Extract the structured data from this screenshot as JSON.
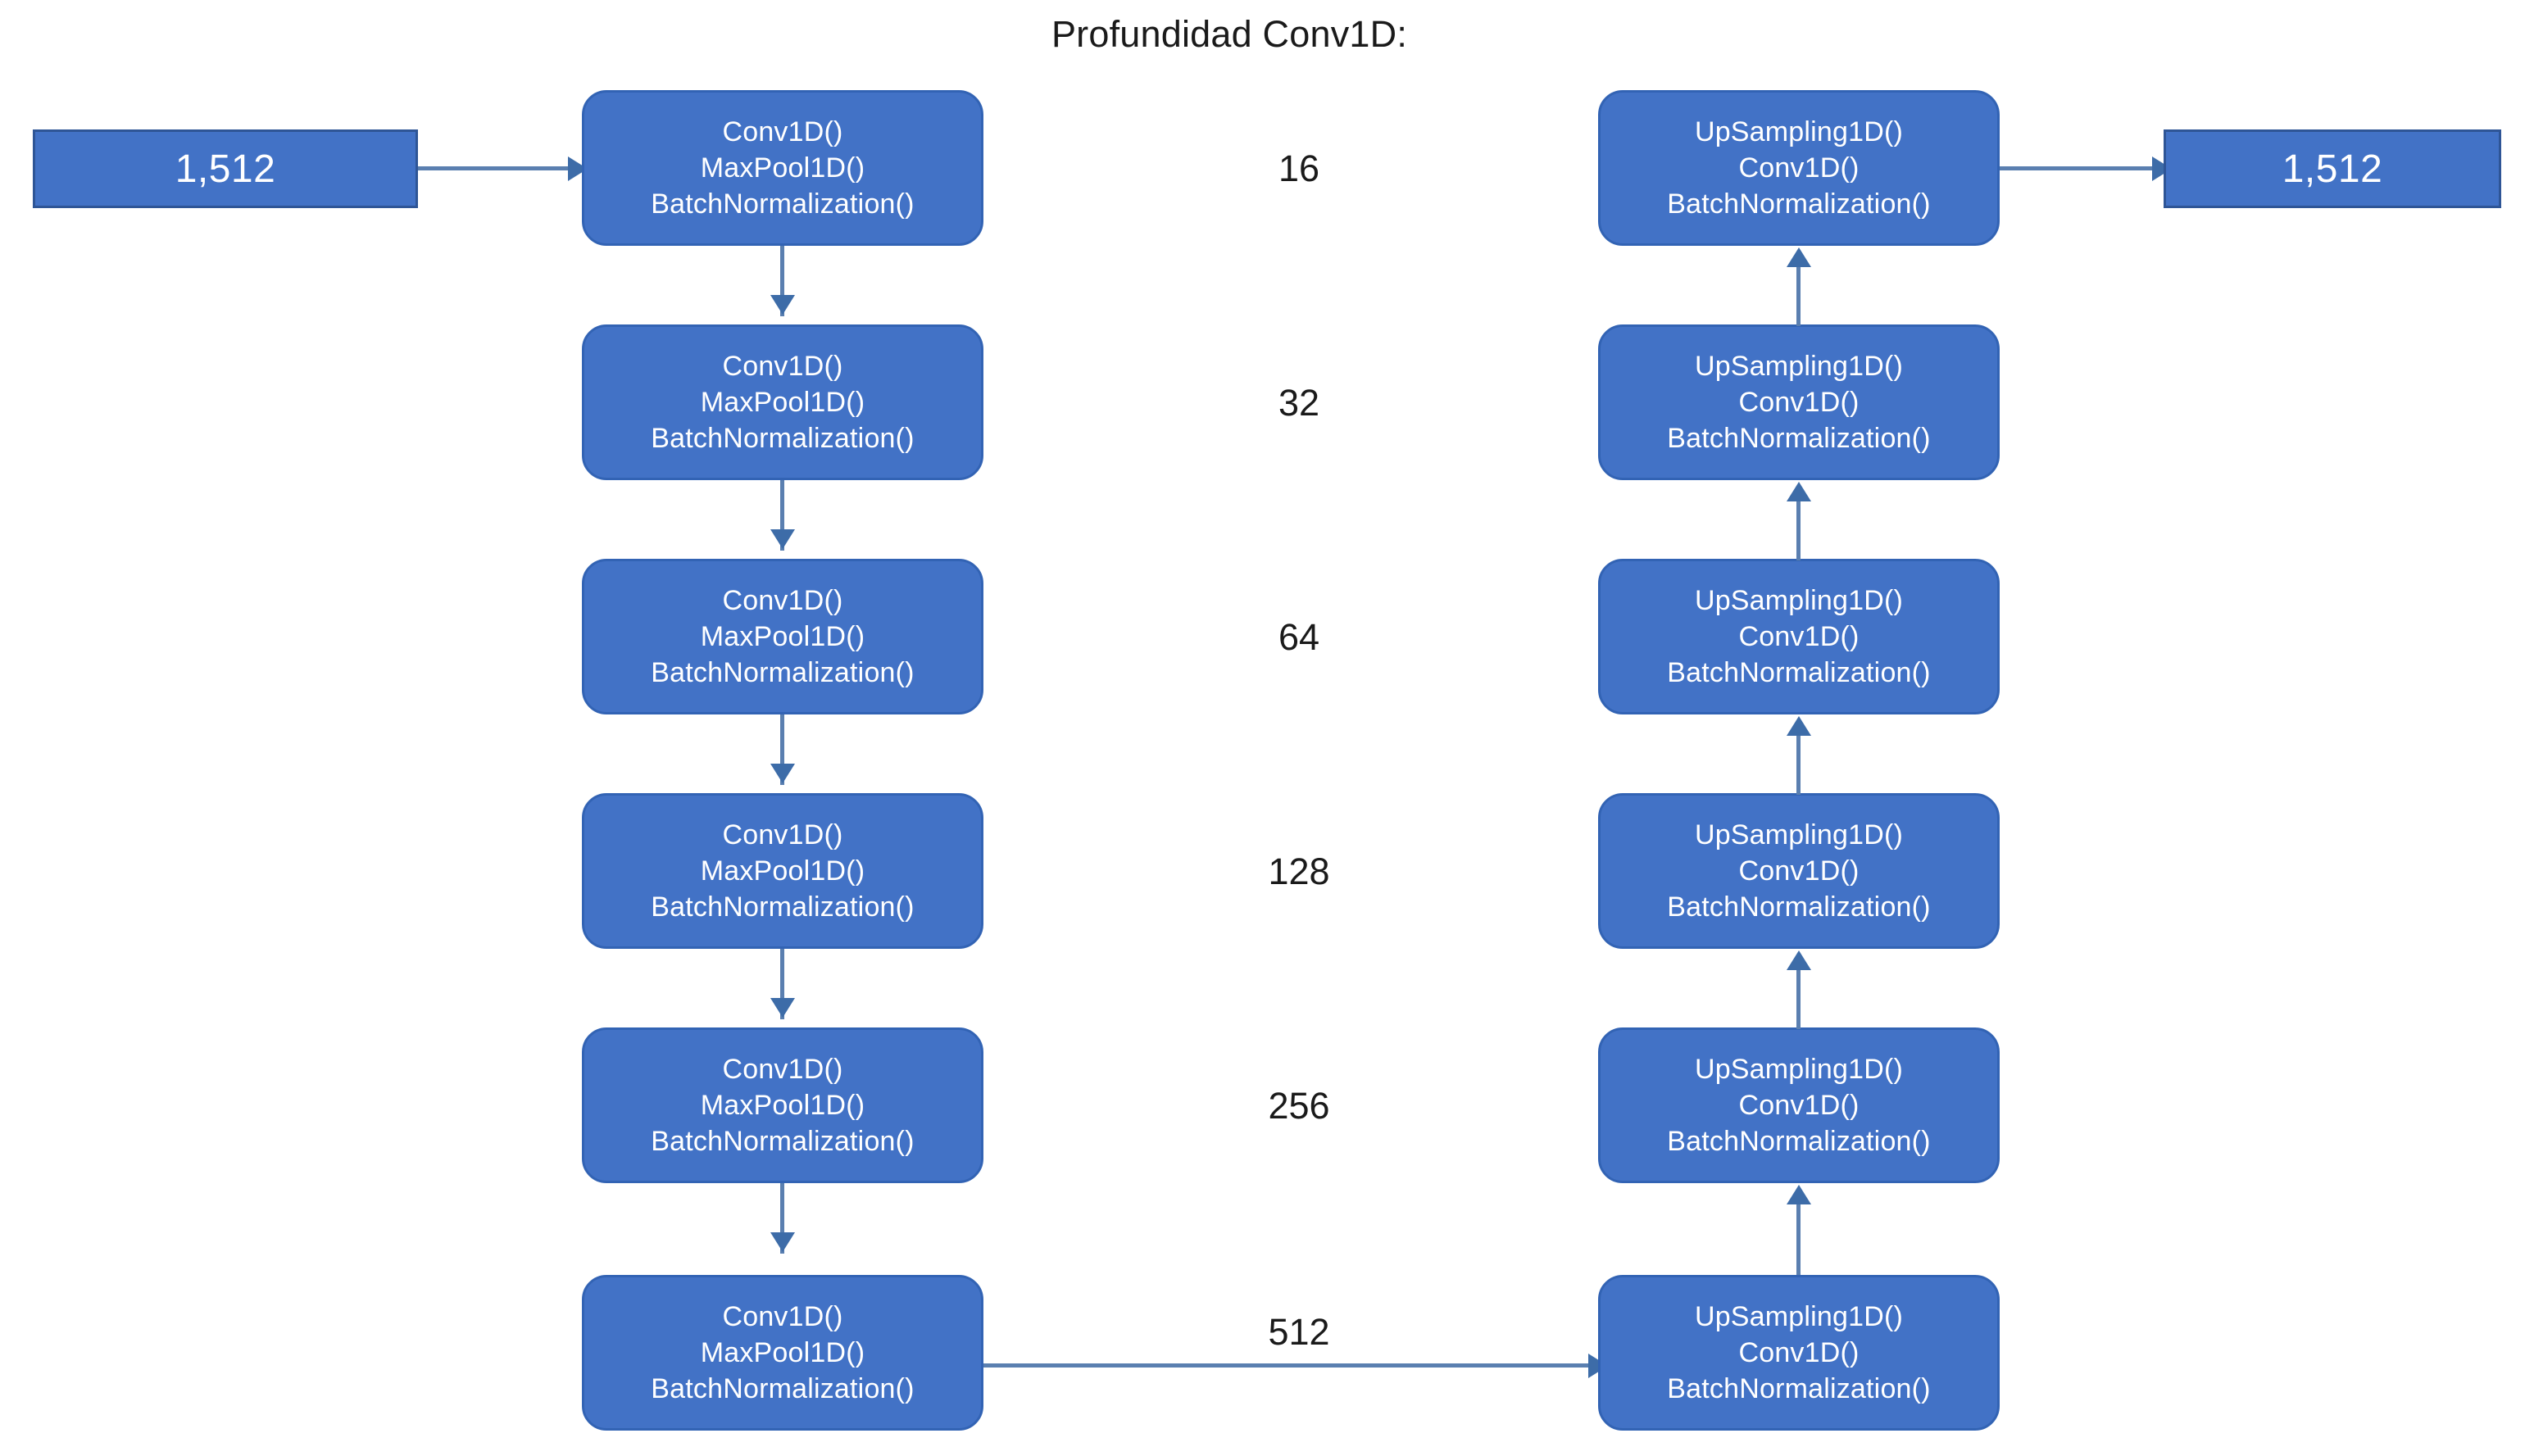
{
  "diagram": {
    "title": "Profundidad Conv1D:",
    "colors": {
      "block_fill": "#4272C6",
      "block_border": "#3263B4",
      "io_border": "#2E5596",
      "connector": "#5A7FB0",
      "arrowhead": "#3D6CA8",
      "text_on_block": "#FFFFFF",
      "text_label": "#1A1A1A",
      "background": "#FFFFFF"
    },
    "input_box": {
      "label": "1,512"
    },
    "output_box": {
      "label": "1,512"
    },
    "depth_labels": [
      "16",
      "32",
      "64",
      "128",
      "256",
      "512"
    ],
    "encoder_blocks": [
      {
        "lines": [
          "Conv1D()",
          "MaxPool1D()",
          "BatchNormalization()"
        ]
      },
      {
        "lines": [
          "Conv1D()",
          "MaxPool1D()",
          "BatchNormalization()"
        ]
      },
      {
        "lines": [
          "Conv1D()",
          "MaxPool1D()",
          "BatchNormalization()"
        ]
      },
      {
        "lines": [
          "Conv1D()",
          "MaxPool1D()",
          "BatchNormalization()"
        ]
      },
      {
        "lines": [
          "Conv1D()",
          "MaxPool1D()",
          "BatchNormalization()"
        ]
      },
      {
        "lines": [
          "Conv1D()",
          "MaxPool1D()",
          "BatchNormalization()"
        ]
      }
    ],
    "decoder_blocks": [
      {
        "lines": [
          "UpSampling1D()",
          "Conv1D()",
          "BatchNormalization()"
        ]
      },
      {
        "lines": [
          "UpSampling1D()",
          "Conv1D()",
          "BatchNormalization()"
        ]
      },
      {
        "lines": [
          "UpSampling1D()",
          "Conv1D()",
          "BatchNormalization()"
        ]
      },
      {
        "lines": [
          "UpSampling1D()",
          "Conv1D()",
          "BatchNormalization()"
        ]
      },
      {
        "lines": [
          "UpSampling1D()",
          "Conv1D()",
          "BatchNormalization()"
        ]
      },
      {
        "lines": [
          "UpSampling1D()",
          "Conv1D()",
          "BatchNormalization()"
        ]
      }
    ]
  }
}
